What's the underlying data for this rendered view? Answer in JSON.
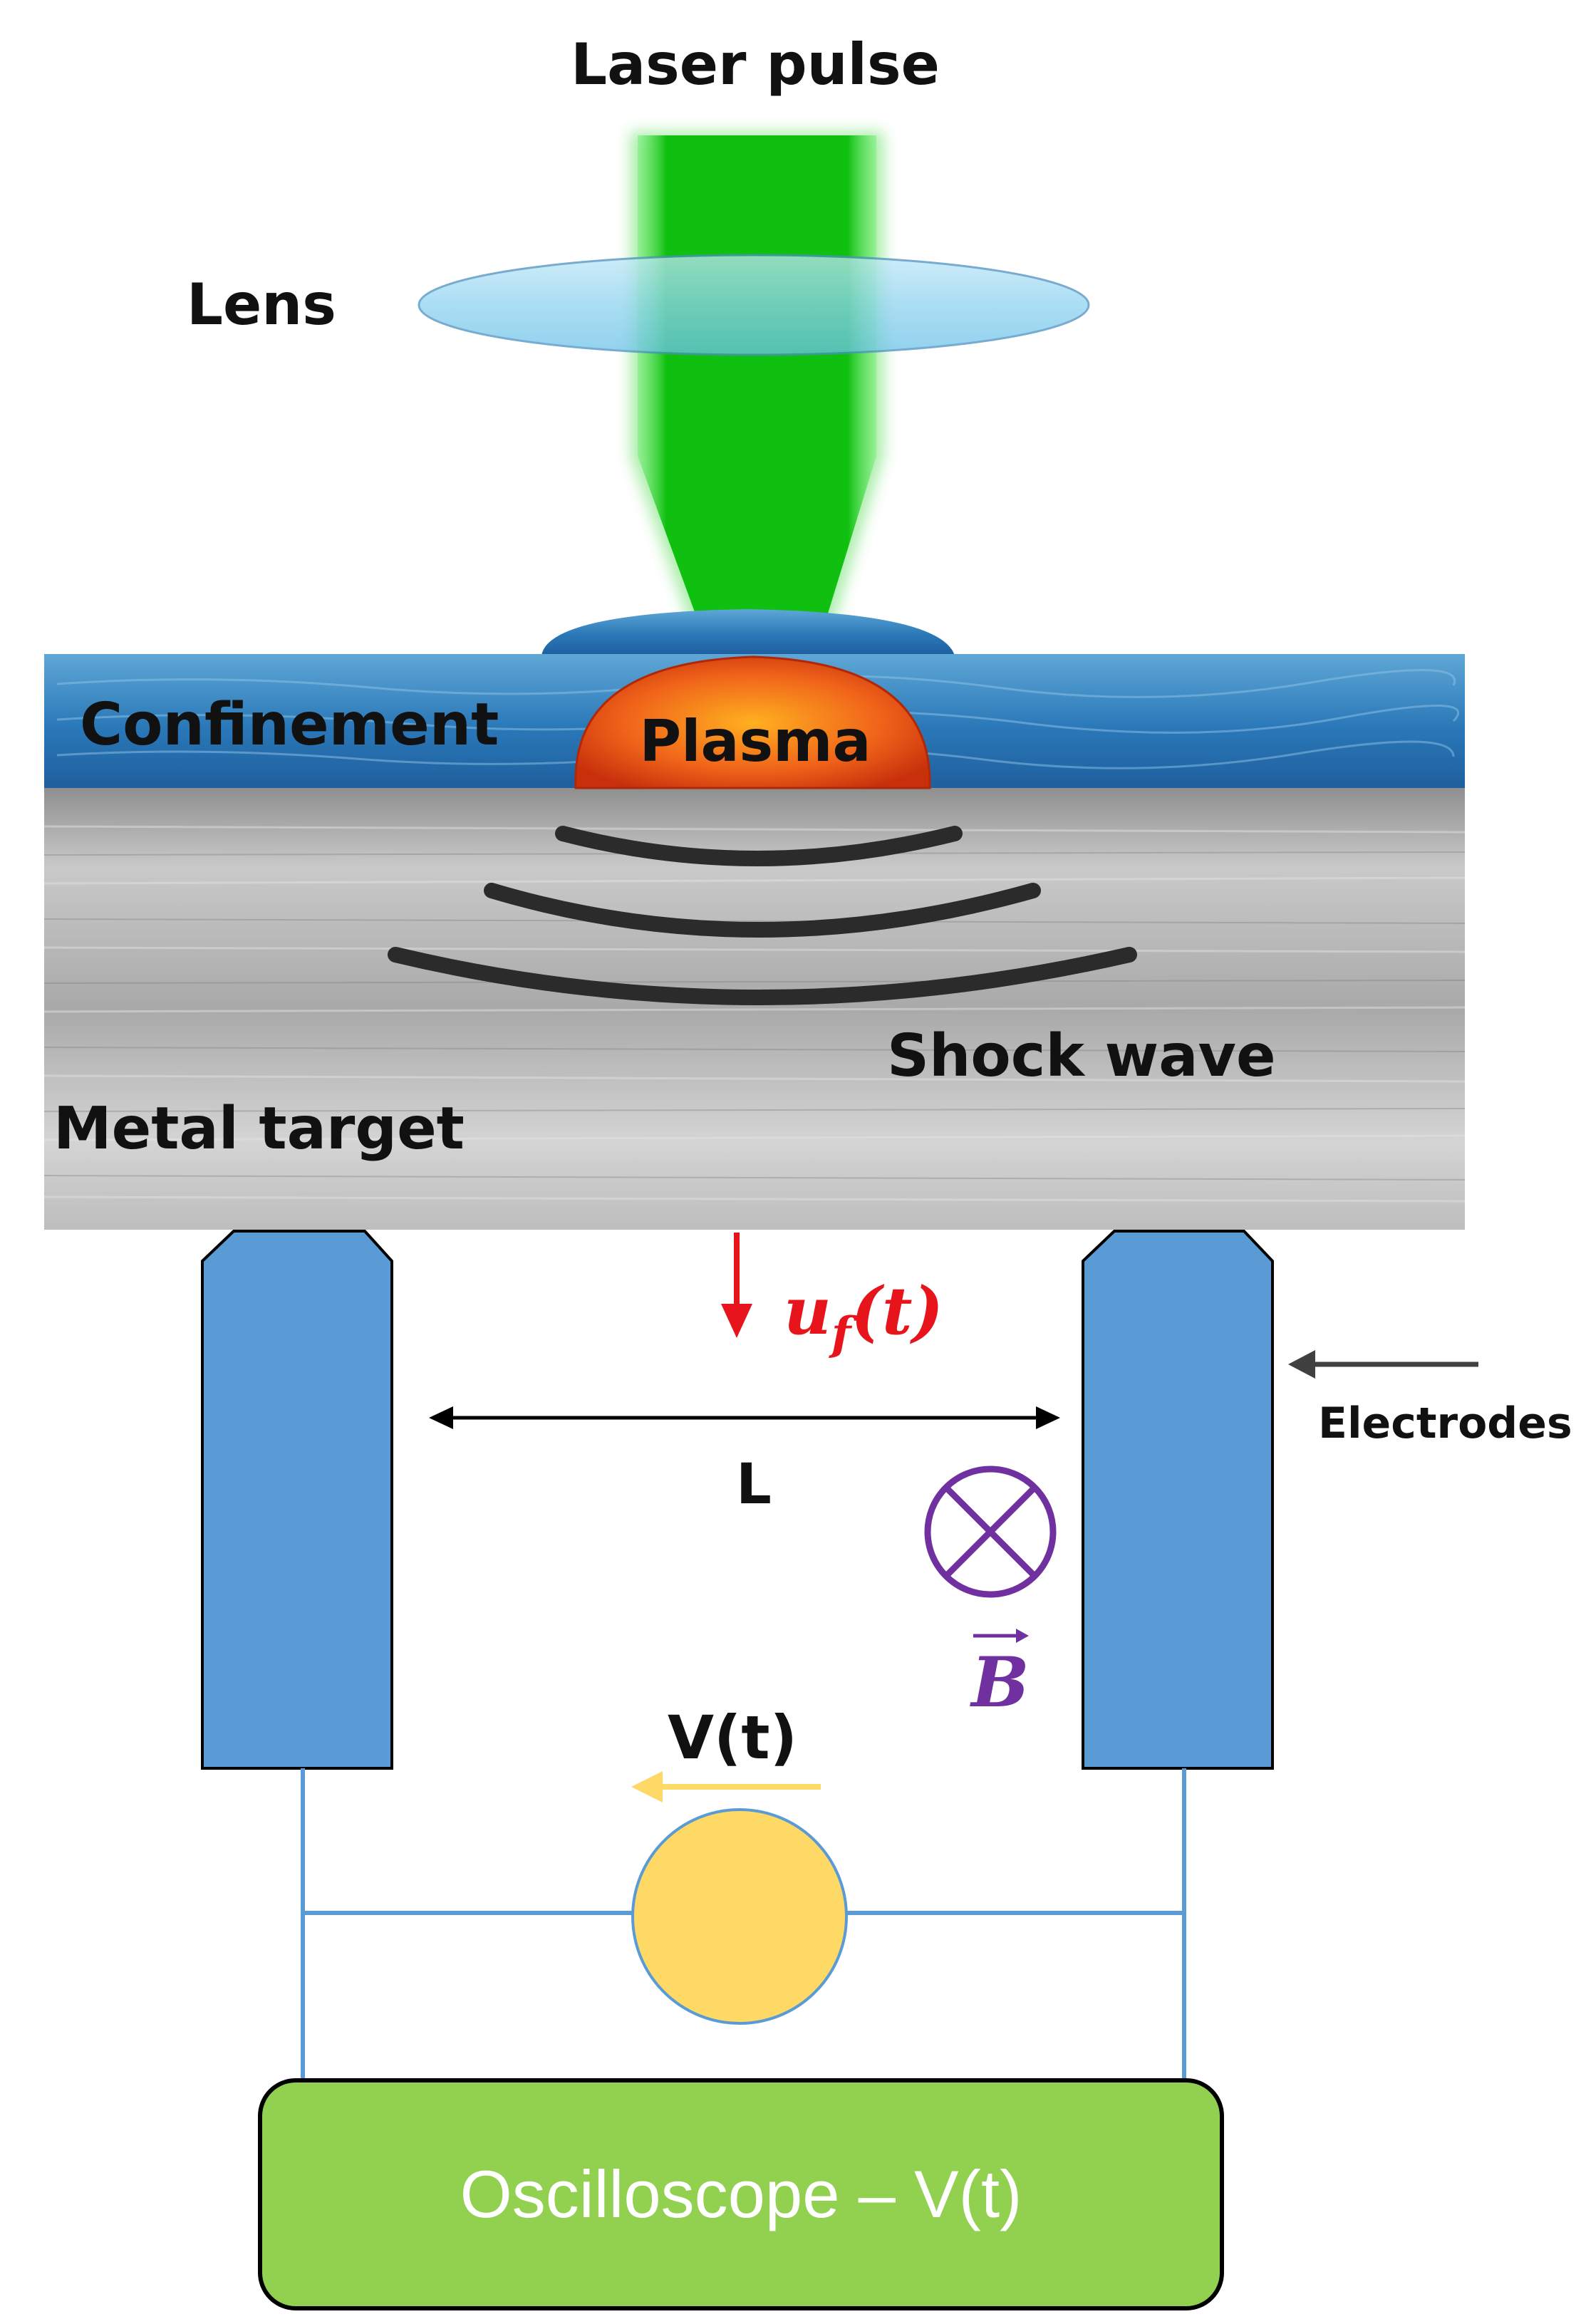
{
  "labels": {
    "laser_pulse": "Laser pulse",
    "lens": "Lens",
    "confinement": "Confinement",
    "plasma": "Plasma",
    "shock_wave": "Shock wave",
    "metal_target": "Metal target",
    "velocity_u": "u",
    "velocity_sub": "f",
    "velocity_arg": "(t)",
    "distance": "L",
    "electrodes": "Electrodes",
    "magnetic_field": "B",
    "voltage": "V(t)",
    "oscilloscope": "Oscilloscope – V(t)"
  },
  "colors": {
    "laser": "#10c010",
    "lens": "#8fd3f0",
    "water": "#2a78b8",
    "plasma": "#e04a10",
    "metal": "#b8b8b8",
    "electrode": "#5b9bd5",
    "velocity": "#e8141c",
    "magnetic": "#7030a0",
    "voltage": "#ffd966",
    "oscilloscope": "#92d050",
    "wire": "#5b9bd5"
  },
  "icons": {
    "magnetic_field": "circle-x-into-page-icon",
    "velocity_arrow": "arrow-down-icon",
    "voltage_arrow": "arrow-left-icon",
    "electrode_pointer": "arrow-left-icon"
  }
}
